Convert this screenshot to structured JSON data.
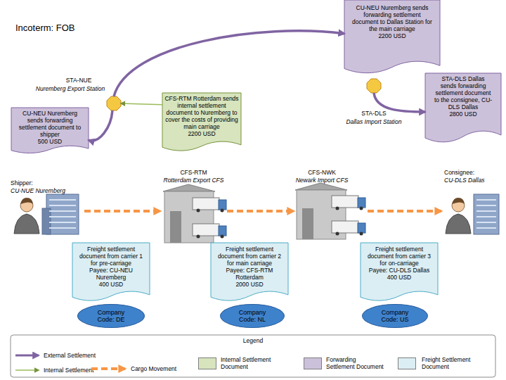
{
  "diagram": {
    "title": "Incoterm: FOB",
    "nodes": [
      {
        "text": [
          "CU-NEU Nuremberg sends forwarding settlement document to Dallas Station for the main carriage",
          "2200 USD"
        ]
      },
      {
        "text": [
          "STA-NUE",
          "Nuremberg Export Station"
        ]
      },
      {
        "text": [
          "CFS-RTM Rotterdam sends internal settlement document to Nuremberg to cover the costs of providing main carriage",
          "2200 USD"
        ]
      },
      {
        "text": [
          "STA-DLS",
          "Dallas Import Station"
        ]
      },
      {
        "text": [
          "STA-DLS Dallas sends forwarding settlement document to the consignee, CU-DLS Dallas",
          "2800 USD"
        ]
      },
      {
        "text": [
          "CU-NEU Nuremberg sends forwarding settlement document to shipper",
          "500 USD"
        ]
      },
      {
        "text": [
          "Shipper:",
          "CU-NUE Nuremberg"
        ]
      },
      {
        "text": [
          "CFS-RTM",
          "Rotterdam Export CFS"
        ]
      },
      {
        "text": [
          "CFS-NWK",
          "Newark Import CFS"
        ]
      },
      {
        "text": [
          "Consignee:",
          "CU-DLS Dallas"
        ]
      },
      {
        "text": [
          "Freight settlement document from carrier 1 for pre-carriage",
          "Payee: CU-NEU Nuremberg",
          "400 USD"
        ]
      },
      {
        "text": [
          "Freight settlement document from carrier 2 for main carriage",
          "Payee: CFS-RTM Rotterdam",
          "2000 USD"
        ]
      },
      {
        "text": [
          "Freight settlement document from carrier 3 for on-carriage",
          "Payee: CU-DLS Dallas",
          "400 USD"
        ]
      },
      {
        "text": [
          "Company Code: DE"
        ]
      },
      {
        "text": [
          "Company Code: NL"
        ]
      },
      {
        "text": [
          "Company Code: US"
        ]
      }
    ],
    "edges": [
      {
        "from": 1,
        "to": 0,
        "arrow": "to"
      },
      {
        "from": 1,
        "to": 5,
        "arrow": "to"
      },
      {
        "from": 2,
        "to": 1,
        "arrow": "to"
      },
      {
        "from": 3,
        "to": 4,
        "arrow": "to"
      },
      {
        "from": 6,
        "to": 7,
        "arrow": "to"
      },
      {
        "from": 7,
        "to": 8,
        "arrow": "to"
      },
      {
        "from": 8,
        "to": 9,
        "arrow": "to"
      }
    ],
    "labels": [
      "Legend"
    ],
    "legend": [
      {
        "text": "External Settlement"
      },
      {
        "text": "Internal Settlement"
      },
      {
        "text": "Cargo Movement"
      },
      {
        "text": "Internal Settlement Document",
        "color": "#d7e4bd"
      },
      {
        "text": "Forwarding Settlement Document",
        "color": "#ccc1da"
      },
      {
        "text": "Freight Settlement Document",
        "color": "#dbeef4"
      }
    ]
  }
}
